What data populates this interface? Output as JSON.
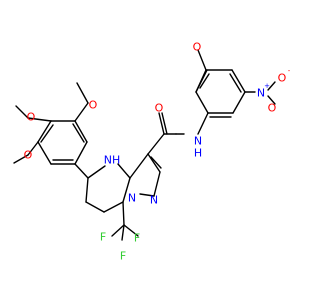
{
  "structure": {
    "atom_labels": {
      "methoxy_top_o": "O",
      "methoxy_1_o": "O",
      "methoxy_2_o": "O",
      "methoxy_3_o": "O",
      "nitro_n": "N",
      "nitro_o1": "O",
      "nitro_o2": "O",
      "amide_o": "O",
      "amide_nh": "N",
      "amide_h": "H",
      "ring_nh": "NH",
      "pyrazole_n1": "N",
      "pyrazole_n2": "N",
      "f1": "F",
      "f2": "F",
      "f3": "F"
    },
    "charges": {
      "nitro_n_charge": "+",
      "nitro_o_charge": "-"
    },
    "colors": {
      "bond": "#000000",
      "oxygen": "#ff0000",
      "nitrogen": "#0000ff",
      "fluorine": "#33cc33"
    }
  }
}
